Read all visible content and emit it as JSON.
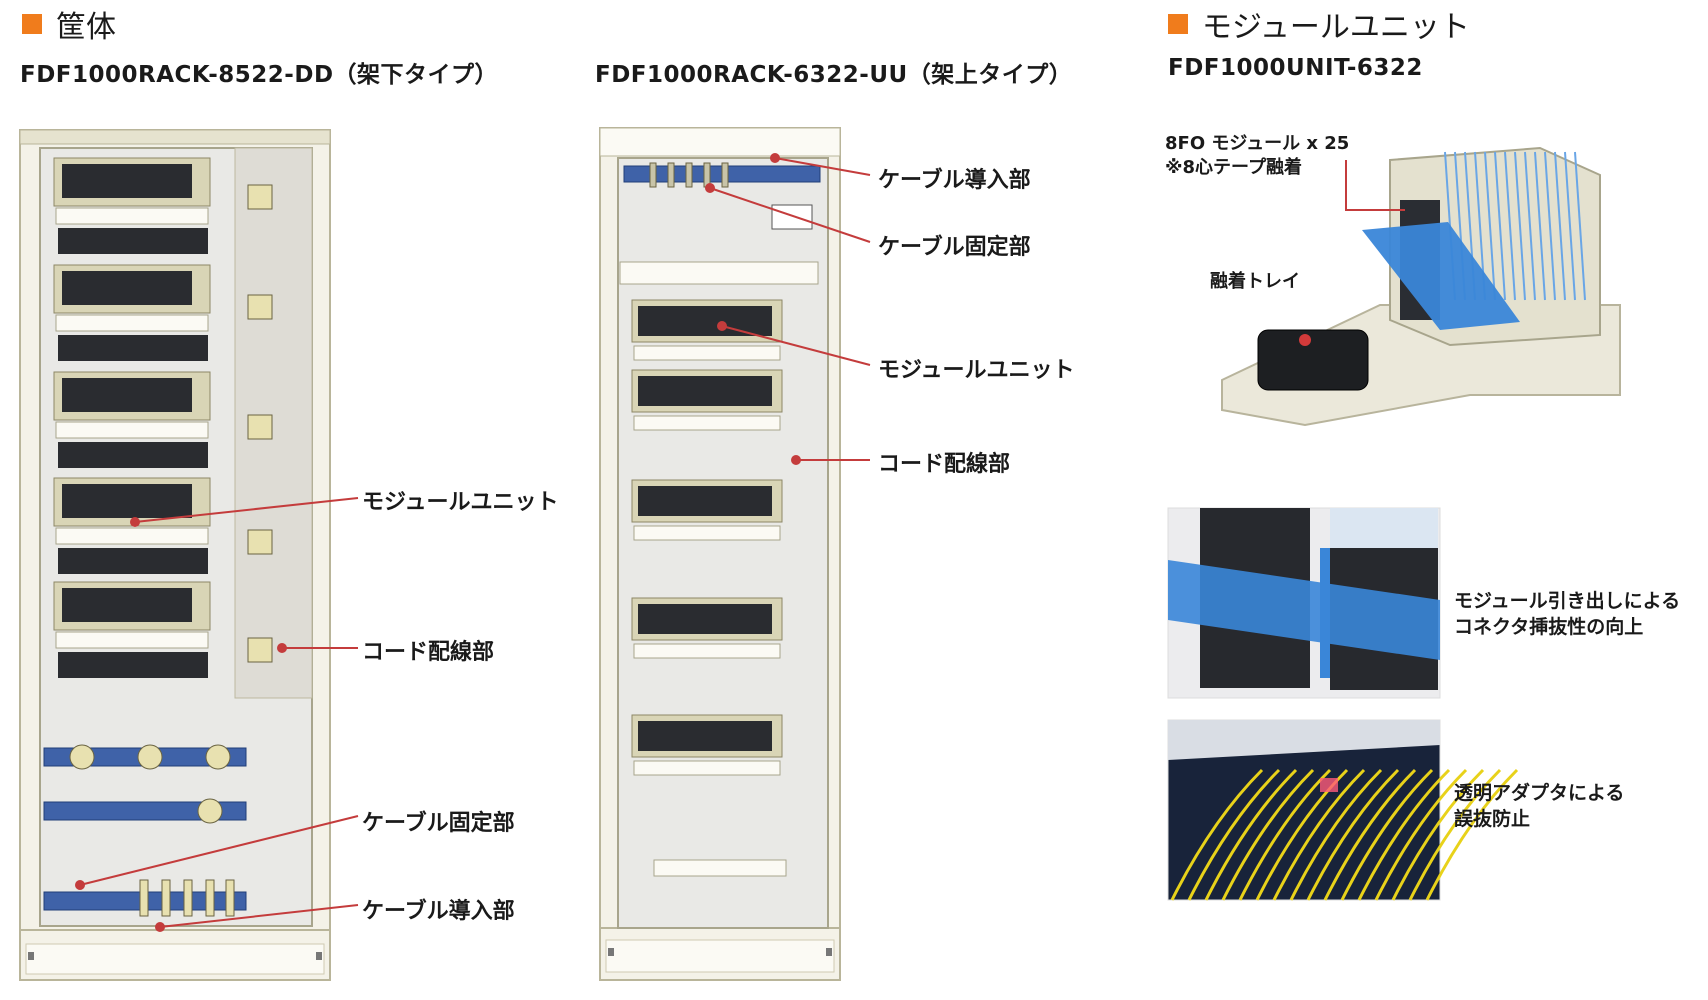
{
  "sections": {
    "enclosure": {
      "title": "筐体"
    },
    "module": {
      "title": "モジュールユニット"
    }
  },
  "models": {
    "rack_dd": "FDF1000RACK-8522-DD（架下タイプ）",
    "rack_uu": "FDF1000RACK-6322-UU（架上タイプ）",
    "unit": "FDF1000UNIT-6322"
  },
  "rack_dd_labels": {
    "module_unit": "モジュールユニット",
    "cord_wiring": "コード配線部",
    "cable_fixing": "ケーブル固定部",
    "cable_entry": "ケーブル導入部"
  },
  "rack_uu_labels": {
    "cable_entry": "ケーブル導入部",
    "cable_fixing": "ケーブル固定部",
    "module_unit": "モジュールユニット",
    "cord_wiring": "コード配線部"
  },
  "unit_labels": {
    "module_count_line1": "8FO モジュール x 25",
    "module_count_line2": "※8心テープ融着",
    "splice_tray": "融着トレイ"
  },
  "photo_captions": {
    "pullout_line1": "モジュール引き出しによる",
    "pullout_line2": "コネクタ挿抜性の向上",
    "adapter_line1": "透明アダプタによる",
    "adapter_line2": "誤抜防止"
  },
  "colors": {
    "accent_orange": "#f07c1c",
    "leader_red": "#c43c3c",
    "frame": "#d8d4b4",
    "cable_blue": "#3a7fd0",
    "fiber_yellow": "#e8d21a"
  }
}
